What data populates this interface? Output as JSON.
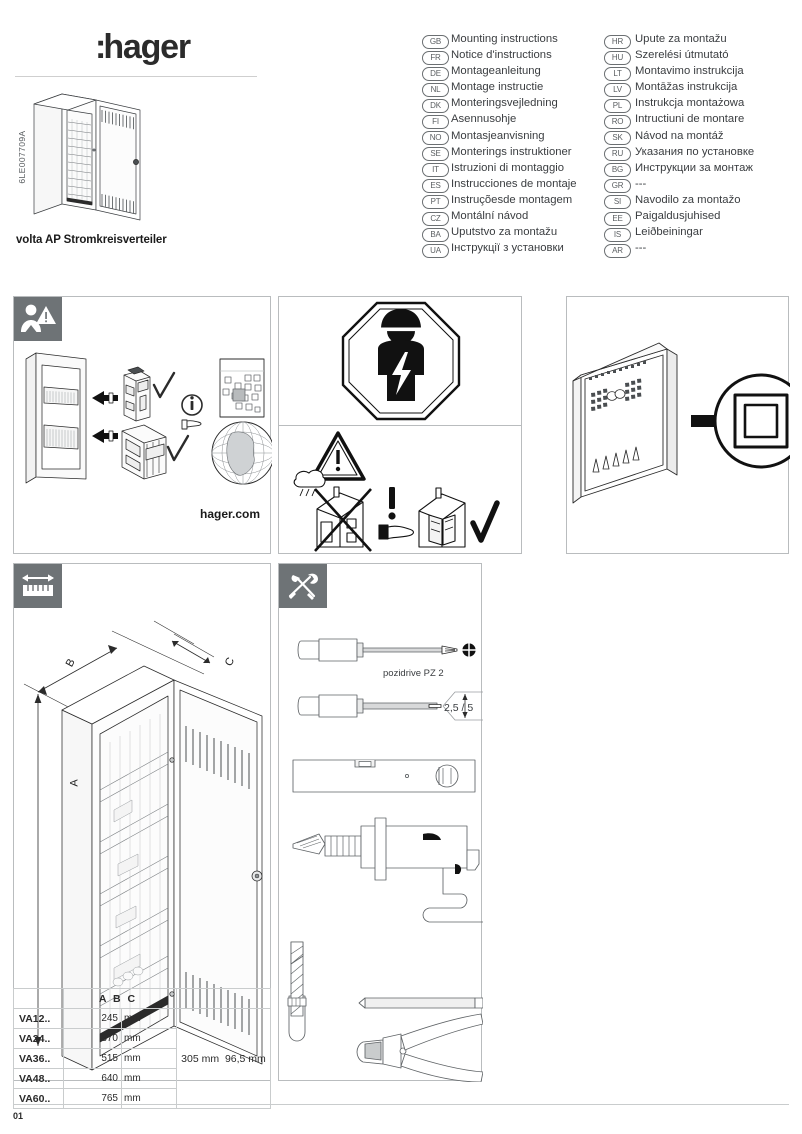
{
  "document": {
    "brand": "hager",
    "reference_code": "6LE007709A",
    "product_name": "volta AP Stromkreisverteiler",
    "page_number": "01",
    "website": "hager.com"
  },
  "languages": {
    "left_column": [
      {
        "code": "GB",
        "text": "Mounting instructions"
      },
      {
        "code": "FR",
        "text": "Notice d'instructions"
      },
      {
        "code": "DE",
        "text": "Montageanleitung"
      },
      {
        "code": "NL",
        "text": "Montage instructie"
      },
      {
        "code": "DK",
        "text": "Monteringsvejledning"
      },
      {
        "code": "FI",
        "text": "Asennusohje"
      },
      {
        "code": "NO",
        "text": "Montasjeanvisning"
      },
      {
        "code": "SE",
        "text": "Monterings instruktioner"
      },
      {
        "code": "IT",
        "text": "Istruzioni di montaggio"
      },
      {
        "code": "ES",
        "text": "Instrucciones de montaje"
      },
      {
        "code": "PT",
        "text": "Instruçõesde montagem"
      },
      {
        "code": "CZ",
        "text": "Montální návod"
      },
      {
        "code": "BA",
        "text": "Uputstvo za montažu"
      },
      {
        "code": "UA",
        "text": "Інструкції з установки"
      }
    ],
    "right_column": [
      {
        "code": "HR",
        "text": "Upute za montažu"
      },
      {
        "code": "HU",
        "text": "Szerelési útmutató"
      },
      {
        "code": "LT",
        "text": "Montavimo instrukcija"
      },
      {
        "code": "LV",
        "text": "Montāžas instrukcija"
      },
      {
        "code": "PL",
        "text": "Instrukcja montażowa"
      },
      {
        "code": "RO",
        "text": "Intructiuni de montare"
      },
      {
        "code": "SK",
        "text": "Návod na montáž"
      },
      {
        "code": "RU",
        "text": "Указания по установке"
      },
      {
        "code": "BG",
        "text": "Инструкции за монтаж"
      },
      {
        "code": "GR",
        "text": "---"
      },
      {
        "code": "SI",
        "text": "Navodilo za montažo"
      },
      {
        "code": "EE",
        "text": "Paigaldusjuhised"
      },
      {
        "code": "IS",
        "text": "Leiðbeiningar"
      },
      {
        "code": "AR",
        "text": "---"
      }
    ]
  },
  "panels": {
    "panel1": {
      "badge_icon": "person-warning-icon",
      "website_label": "hager.com",
      "info_icon": "info-hand-icon",
      "check_icon": "checkmark-icon"
    },
    "panel2": {
      "top_icon": "qualified-electrician-octagon-icon",
      "warning_icon": "warning-triangle-icon",
      "outdoor_icon": "outdoor-house-forbidden-icon",
      "indoor_icon": "indoor-house-approved-icon"
    },
    "panel3": {
      "cover_icon": "enclosure-cover-icon",
      "arrow_icon": "right-arrow-icon",
      "class_ii_icon": "double-insulation-class-ii-icon"
    },
    "panel4": {
      "badge_icon": "dimensions-ruler-icon",
      "dimension_labels": {
        "a": "A",
        "b": "B",
        "c": "C"
      }
    },
    "panel5": {
      "badge_icon": "tools-icon",
      "tools": [
        {
          "name": "pozidrive-screwdriver",
          "label": "pozidrive PZ 2"
        },
        {
          "name": "flathead-screwdriver",
          "label": "2,5 / 5"
        },
        {
          "name": "spirit-level",
          "label": ""
        },
        {
          "name": "power-drill",
          "label": ""
        },
        {
          "name": "utility-knife",
          "label": ""
        },
        {
          "name": "pencil",
          "label": ""
        },
        {
          "name": "side-cutting-pliers",
          "label": ""
        }
      ]
    }
  },
  "dimension_table": {
    "header": {
      "abc": "A B C"
    },
    "unit": "mm",
    "rows": [
      {
        "type": "VA12..",
        "a": "245",
        "unit": "mm"
      },
      {
        "type": "VA24..",
        "a": "370",
        "unit": "mm"
      },
      {
        "type": "VA36..",
        "a": "515",
        "unit": "mm"
      },
      {
        "type": "VA48..",
        "a": "640",
        "unit": "mm"
      },
      {
        "type": "VA60..",
        "a": "765",
        "unit": "mm"
      }
    ],
    "b_value": "305 mm",
    "c_value": "96,5 mm"
  }
}
